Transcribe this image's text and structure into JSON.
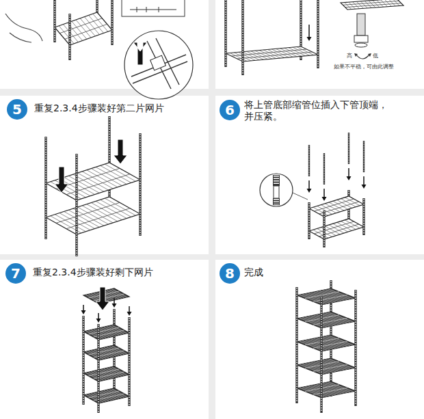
{
  "diagram": {
    "nodes": [
      {
        "text": [
          "重复2.3.4步骤装好第二片网片"
        ]
      },
      {
        "text": [
          "5"
        ],
        "in": 0
      },
      {
        "text": [
          "将上管底部缩管位插入下管顶端， 并压紧。"
        ]
      },
      {
        "text": [
          "6"
        ],
        "in": 2
      },
      {
        "text": [
          "重复2.3.4步骤装好剩下网片"
        ]
      },
      {
        "text": [
          "7"
        ],
        "in": 4
      },
      {
        "text": [
          "完成"
        ]
      },
      {
        "text": [
          "8"
        ],
        "in": 6
      }
    ],
    "labels": [
      "高",
      "低",
      "如果不平稳，可由此调整"
    ]
  }
}
